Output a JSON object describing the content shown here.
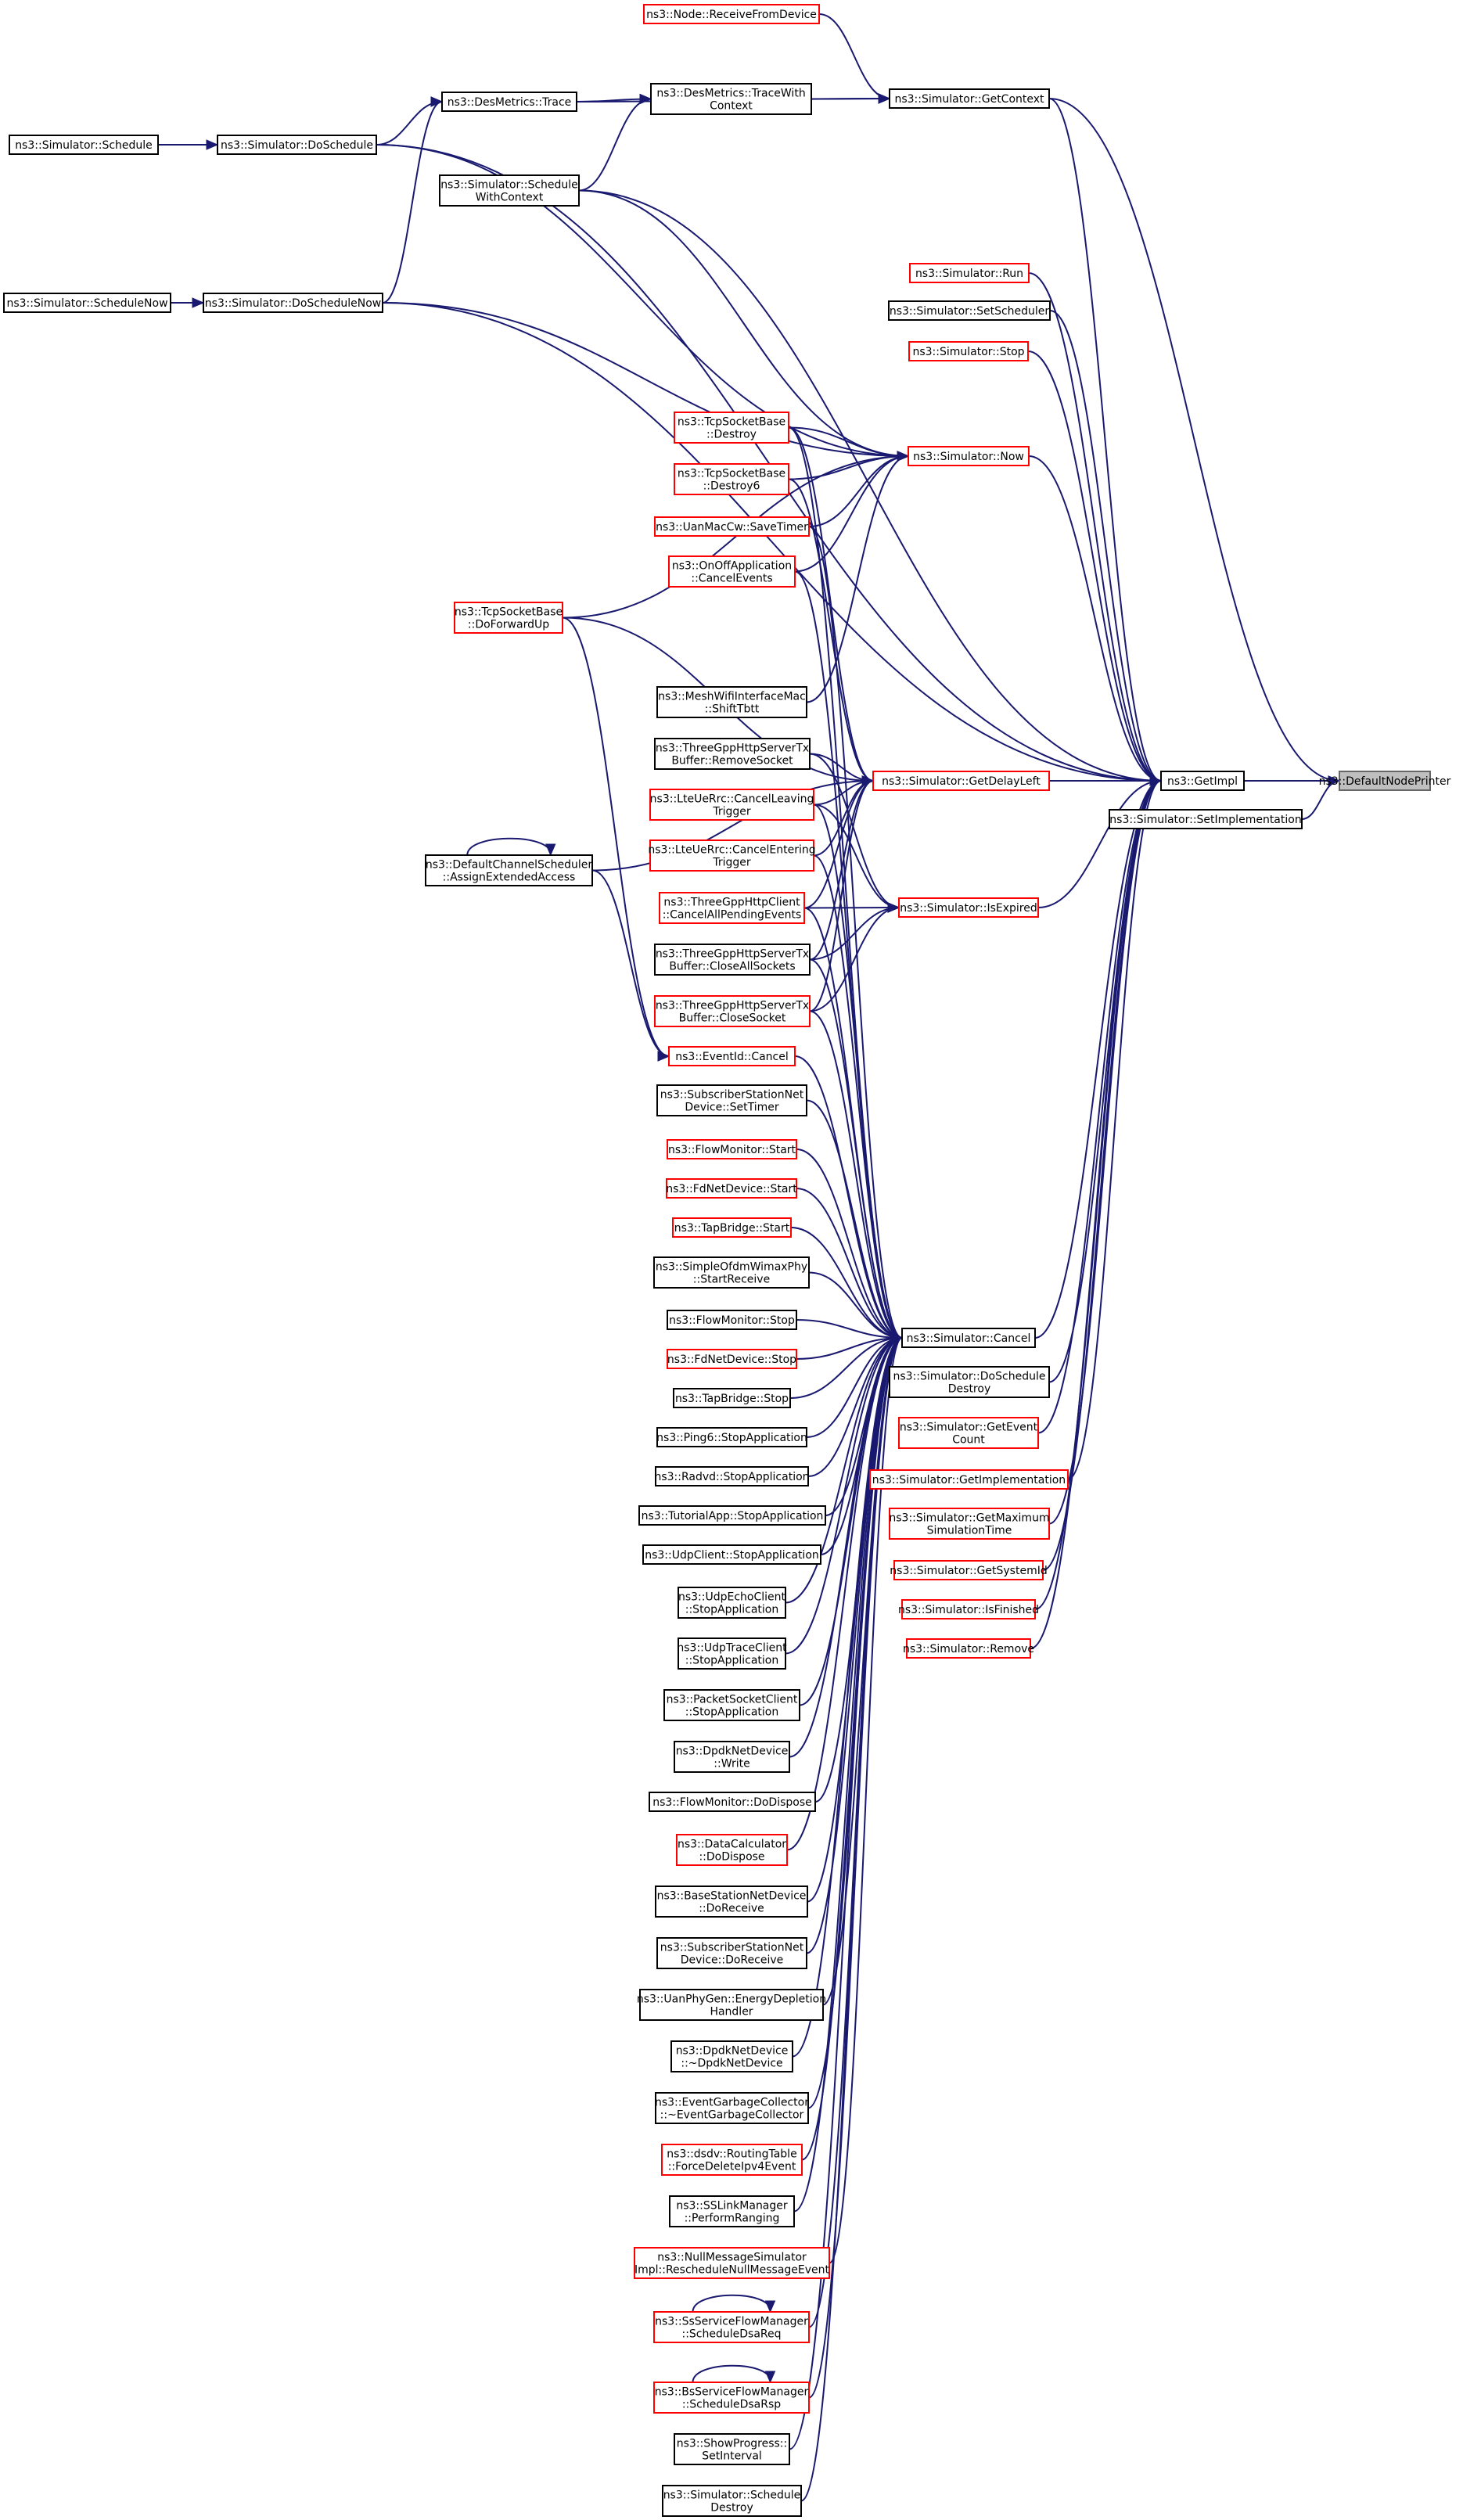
{
  "colors": {
    "edge": "#191970",
    "border_normal": "#000000",
    "border_truncated": "#ff0000",
    "focus_fill": "#bfbfbf"
  },
  "nodes": [
    {
      "id": "dnp",
      "lines": [
        "ns3::DefaultNodePrinter"
      ],
      "style": "gray"
    },
    {
      "id": "getimpl",
      "lines": [
        "ns3::GetImpl"
      ],
      "style": "black"
    },
    {
      "id": "setimpl",
      "lines": [
        "ns3::Simulator::SetImplementation"
      ],
      "style": "black"
    },
    {
      "id": "getcontext",
      "lines": [
        "ns3::Simulator::GetContext"
      ],
      "style": "black"
    },
    {
      "id": "recvdev",
      "lines": [
        "ns3::Node::ReceiveFromDevice"
      ],
      "style": "red"
    },
    {
      "id": "tracewith",
      "lines": [
        "ns3::DesMetrics::TraceWith",
        "Context"
      ],
      "style": "black"
    },
    {
      "id": "trace",
      "lines": [
        "ns3::DesMetrics::Trace"
      ],
      "style": "black"
    },
    {
      "id": "doschedule",
      "lines": [
        "ns3::Simulator::DoSchedule"
      ],
      "style": "black"
    },
    {
      "id": "schedule",
      "lines": [
        "ns3::Simulator::Schedule"
      ],
      "style": "black"
    },
    {
      "id": "schedwithctx",
      "lines": [
        "ns3::Simulator::Schedule",
        "WithContext"
      ],
      "style": "black"
    },
    {
      "id": "doschednow",
      "lines": [
        "ns3::Simulator::DoScheduleNow"
      ],
      "style": "black"
    },
    {
      "id": "schednow",
      "lines": [
        "ns3::Simulator::ScheduleNow"
      ],
      "style": "black"
    },
    {
      "id": "run",
      "lines": [
        "ns3::Simulator::Run"
      ],
      "style": "red"
    },
    {
      "id": "setsched",
      "lines": [
        "ns3::Simulator::SetScheduler"
      ],
      "style": "black"
    },
    {
      "id": "stop",
      "lines": [
        "ns3::Simulator::Stop"
      ],
      "style": "red"
    },
    {
      "id": "now",
      "lines": [
        "ns3::Simulator::Now"
      ],
      "style": "red"
    },
    {
      "id": "tcpdestroy",
      "lines": [
        "ns3::TcpSocketBase",
        "::Destroy"
      ],
      "style": "red"
    },
    {
      "id": "tcpdestroy6",
      "lines": [
        "ns3::TcpSocketBase",
        "::Destroy6"
      ],
      "style": "red"
    },
    {
      "id": "uansave",
      "lines": [
        "ns3::UanMacCw::SaveTimer"
      ],
      "style": "red"
    },
    {
      "id": "onoffcancel",
      "lines": [
        "ns3::OnOffApplication",
        "::CancelEvents"
      ],
      "style": "red"
    },
    {
      "id": "tcpfwd",
      "lines": [
        "ns3::TcpSocketBase",
        "::DoForwardUp"
      ],
      "style": "red"
    },
    {
      "id": "meshshift",
      "lines": [
        "ns3::MeshWifiInterfaceMac",
        "::ShiftTbtt"
      ],
      "style": "black"
    },
    {
      "id": "tgppremove",
      "lines": [
        "ns3::ThreeGppHttpServerTx",
        "Buffer::RemoveSocket"
      ],
      "style": "black"
    },
    {
      "id": "getdelayleft",
      "lines": [
        "ns3::Simulator::GetDelayLeft"
      ],
      "style": "red"
    },
    {
      "id": "ltecancelleave",
      "lines": [
        "ns3::LteUeRrc::CancelLeaving",
        "Trigger"
      ],
      "style": "red"
    },
    {
      "id": "defchsched",
      "lines": [
        "ns3::DefaultChannelScheduler",
        "::AssignExtendedAccess"
      ],
      "style": "black"
    },
    {
      "id": "ltecancelenter",
      "lines": [
        "ns3::LteUeRrc::CancelEntering",
        "Trigger"
      ],
      "style": "red"
    },
    {
      "id": "tgppcancelall",
      "lines": [
        "ns3::ThreeGppHttpClient",
        "::CancelAllPendingEvents"
      ],
      "style": "red"
    },
    {
      "id": "isexpired",
      "lines": [
        "ns3::Simulator::IsExpired"
      ],
      "style": "red"
    },
    {
      "id": "tgppcloseall",
      "lines": [
        "ns3::ThreeGppHttpServerTx",
        "Buffer::CloseAllSockets"
      ],
      "style": "black"
    },
    {
      "id": "tgppclose",
      "lines": [
        "ns3::ThreeGppHttpServerTx",
        "Buffer::CloseSocket"
      ],
      "style": "red"
    },
    {
      "id": "eventcancel",
      "lines": [
        "ns3::EventId::Cancel"
      ],
      "style": "red"
    },
    {
      "id": "sssettimer",
      "lines": [
        "ns3::SubscriberStationNet",
        "Device::SetTimer"
      ],
      "style": "black"
    },
    {
      "id": "flowstart",
      "lines": [
        "ns3::FlowMonitor::Start"
      ],
      "style": "red"
    },
    {
      "id": "fdstart",
      "lines": [
        "ns3::FdNetDevice::Start"
      ],
      "style": "red"
    },
    {
      "id": "tapstart",
      "lines": [
        "ns3::TapBridge::Start"
      ],
      "style": "red"
    },
    {
      "id": "ofdmstart",
      "lines": [
        "ns3::SimpleOfdmWimaxPhy",
        "::StartReceive"
      ],
      "style": "black"
    },
    {
      "id": "flowstop",
      "lines": [
        "ns3::FlowMonitor::Stop"
      ],
      "style": "black"
    },
    {
      "id": "simcancel",
      "lines": [
        "ns3::Simulator::Cancel"
      ],
      "style": "black"
    },
    {
      "id": "fdstop",
      "lines": [
        "ns3::FdNetDevice::Stop"
      ],
      "style": "red"
    },
    {
      "id": "dosched_destroy",
      "lines": [
        "ns3::Simulator::DoSchedule",
        "Destroy"
      ],
      "style": "black"
    },
    {
      "id": "tapstop",
      "lines": [
        "ns3::TapBridge::Stop"
      ],
      "style": "black"
    },
    {
      "id": "geteventcount",
      "lines": [
        "ns3::Simulator::GetEvent",
        "Count"
      ],
      "style": "red"
    },
    {
      "id": "ping6stop",
      "lines": [
        "ns3::Ping6::StopApplication"
      ],
      "style": "black"
    },
    {
      "id": "getimplementation",
      "lines": [
        "ns3::Simulator::GetImplementation"
      ],
      "style": "red"
    },
    {
      "id": "radvdstop",
      "lines": [
        "ns3::Radvd::StopApplication"
      ],
      "style": "black"
    },
    {
      "id": "getmaxsim",
      "lines": [
        "ns3::Simulator::GetMaximum",
        "SimulationTime"
      ],
      "style": "red"
    },
    {
      "id": "tutstop",
      "lines": [
        "ns3::TutorialApp::StopApplication"
      ],
      "style": "black"
    },
    {
      "id": "getsysid",
      "lines": [
        "ns3::Simulator::GetSystemId"
      ],
      "style": "red"
    },
    {
      "id": "udpclientstop",
      "lines": [
        "ns3::UdpClient::StopApplication"
      ],
      "style": "black"
    },
    {
      "id": "isfinished",
      "lines": [
        "ns3::Simulator::IsFinished"
      ],
      "style": "red"
    },
    {
      "id": "remove",
      "lines": [
        "ns3::Simulator::Remove"
      ],
      "style": "red"
    },
    {
      "id": "udpecho",
      "lines": [
        "ns3::UdpEchoClient",
        "::StopApplication"
      ],
      "style": "black"
    },
    {
      "id": "udptrace",
      "lines": [
        "ns3::UdpTraceClient",
        "::StopApplication"
      ],
      "style": "black"
    },
    {
      "id": "pktsock",
      "lines": [
        "ns3::PacketSocketClient",
        "::StopApplication"
      ],
      "style": "black"
    },
    {
      "id": "dpdkwrite",
      "lines": [
        "ns3::DpdkNetDevice",
        "::Write"
      ],
      "style": "black"
    },
    {
      "id": "flowdispose",
      "lines": [
        "ns3::FlowMonitor::DoDispose"
      ],
      "style": "black"
    },
    {
      "id": "datacalc",
      "lines": [
        "ns3::DataCalculator",
        "::DoDispose"
      ],
      "style": "red"
    },
    {
      "id": "bsrecv",
      "lines": [
        "ns3::BaseStationNetDevice",
        "::DoReceive"
      ],
      "style": "black"
    },
    {
      "id": "ssrecv",
      "lines": [
        "ns3::SubscriberStationNet",
        "Device::DoReceive"
      ],
      "style": "black"
    },
    {
      "id": "uanenergy",
      "lines": [
        "ns3::UanPhyGen::EnergyDepletion",
        "Handler"
      ],
      "style": "black"
    },
    {
      "id": "dpdkdtor",
      "lines": [
        "ns3::DpdkNetDevice",
        "::~DpdkNetDevice"
      ],
      "style": "black"
    },
    {
      "id": "egcdtor",
      "lines": [
        "ns3::EventGarbageCollector",
        "::~EventGarbageCollector"
      ],
      "style": "black"
    },
    {
      "id": "dsdv",
      "lines": [
        "ns3::dsdv::RoutingTable",
        "::ForceDeleteIpv4Event"
      ],
      "style": "red"
    },
    {
      "id": "sslink",
      "lines": [
        "ns3::SSLinkManager",
        "::PerformRanging"
      ],
      "style": "black"
    },
    {
      "id": "nullmsg",
      "lines": [
        "ns3::NullMessageSimulator",
        "Impl::RescheduleNullMessageEvent"
      ],
      "style": "red"
    },
    {
      "id": "ssflow",
      "lines": [
        "ns3::SsServiceFlowManager",
        "::ScheduleDsaReq"
      ],
      "style": "red"
    },
    {
      "id": "bsflow",
      "lines": [
        "ns3::BsServiceFlowManager",
        "::ScheduleDsaRsp"
      ],
      "style": "red"
    },
    {
      "id": "showprog",
      "lines": [
        "ns3::ShowProgress::",
        "SetInterval"
      ],
      "style": "black"
    },
    {
      "id": "scheddestroy",
      "lines": [
        "ns3::Simulator::Schedule",
        "Destroy"
      ],
      "style": "black"
    }
  ]
}
